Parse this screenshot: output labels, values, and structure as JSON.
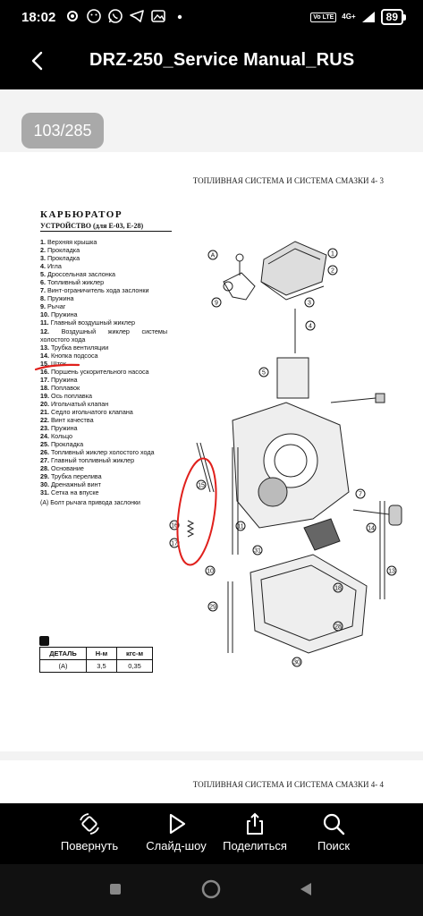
{
  "status": {
    "time": "18:02",
    "volte": "Vo LTE",
    "network": "4G+",
    "battery": "89"
  },
  "header": {
    "title": "DRZ-250_Service Manual_RUS"
  },
  "reader": {
    "page_indicator": "103/285",
    "page1": {
      "running_header": "ТОПЛИВНАЯ СИСТЕМА И СИСТЕМА СМАЗКИ 4- 3",
      "section_title": "КАРБЮРАТОР",
      "section_subtitle": "УСТРОЙСТВО (для E-03, E-28)",
      "parts": [
        {
          "n": "1.",
          "t": "Верхняя крышка"
        },
        {
          "n": "2.",
          "t": "Прокладка"
        },
        {
          "n": "3.",
          "t": "Прокладка"
        },
        {
          "n": "4.",
          "t": "Игла"
        },
        {
          "n": "5.",
          "t": "Дроссельная заслонка"
        },
        {
          "n": "6.",
          "t": "Топливный жиклер"
        },
        {
          "n": "7.",
          "t": "Винт-ограничитель хода заслонки"
        },
        {
          "n": "8.",
          "t": "Пружина"
        },
        {
          "n": "9.",
          "t": "Рычаг"
        },
        {
          "n": "10.",
          "t": "Пружина"
        },
        {
          "n": "11.",
          "t": "Главный воздушный жиклер"
        },
        {
          "n": "12.",
          "t": "Воздушный жиклер системы холостого хода"
        },
        {
          "n": "13.",
          "t": "Трубка вентиляции"
        },
        {
          "n": "14.",
          "t": "Кнопка подсоса"
        },
        {
          "n": "15.",
          "t": "Шток"
        },
        {
          "n": "16.",
          "t": "Поршень ускорительного насоса"
        },
        {
          "n": "17.",
          "t": "Пружина"
        },
        {
          "n": "18.",
          "t": "Поплавок"
        },
        {
          "n": "19.",
          "t": "Ось поплавка"
        },
        {
          "n": "20.",
          "t": "Игольчатый клапан"
        },
        {
          "n": "21.",
          "t": "Седло игольчатого клапана"
        },
        {
          "n": "22.",
          "t": "Винт качества"
        },
        {
          "n": "23.",
          "t": "Пружина"
        },
        {
          "n": "24.",
          "t": "Кольцо"
        },
        {
          "n": "25.",
          "t": "Прокладка"
        },
        {
          "n": "26.",
          "t": "Топливный жиклер холостого хода"
        },
        {
          "n": "27.",
          "t": "Главный топливный жиклер"
        },
        {
          "n": "28.",
          "t": "Основание"
        },
        {
          "n": "29.",
          "t": "Трубка перелива"
        },
        {
          "n": "30.",
          "t": "Дренажный винт"
        },
        {
          "n": "31.",
          "t": "Сетка на впуске"
        }
      ],
      "note": "(A) Болт рычага привода заслонки",
      "torque_table": {
        "headers": [
          "ДЕТАЛЬ",
          "Н-м",
          "кгс-м"
        ],
        "row": [
          "(A)",
          "3,5",
          "0,35"
        ]
      }
    },
    "page2": {
      "running_header": "ТОПЛИВНАЯ СИСТЕМА И СИСТЕМА СМАЗКИ 4- 4"
    }
  },
  "toolbar": {
    "rotate": "Повернуть",
    "slideshow": "Слайд-шоу",
    "share": "Поделиться",
    "search": "Поиск"
  },
  "colors": {
    "annotation": "#e0201c",
    "badge": "#a9a9a9"
  }
}
